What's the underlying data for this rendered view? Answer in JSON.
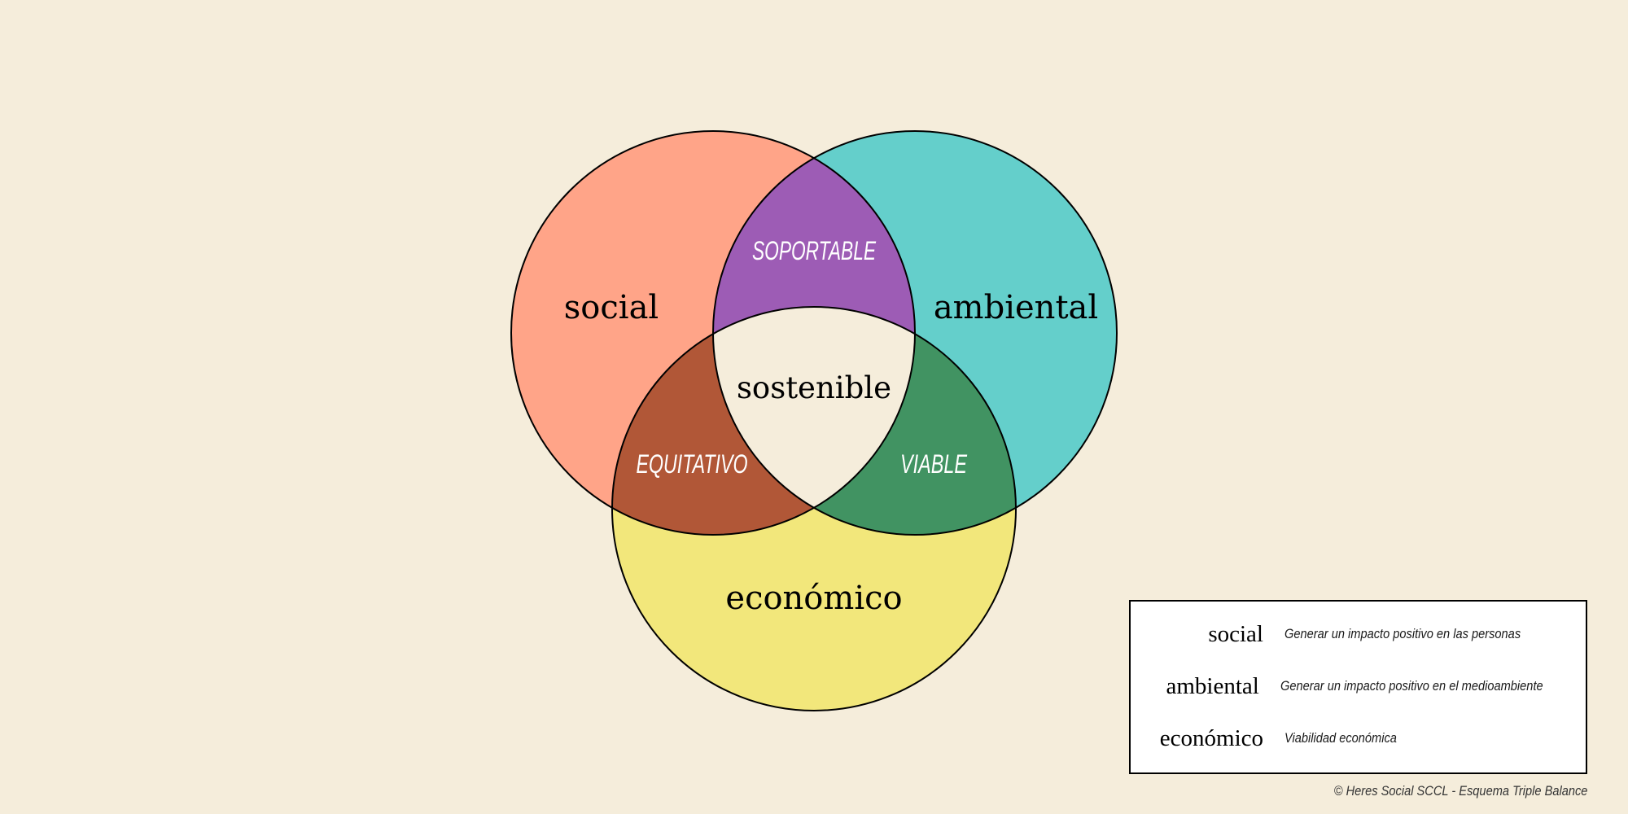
{
  "diagram": {
    "sets": [
      {
        "id": "social",
        "label": "social",
        "color": "#ffa488"
      },
      {
        "id": "ambiental",
        "label": "ambiental",
        "color": "#64cfcb"
      },
      {
        "id": "economico",
        "label": "económico",
        "color": "#f2e77b"
      }
    ],
    "intersections": [
      {
        "id": "social-ambiental",
        "label": "SOPORTABLE",
        "color": "#9d5cb5"
      },
      {
        "id": "social-economico",
        "label": "EQUITATIVO",
        "color": "#b15737"
      },
      {
        "id": "ambiental-economico",
        "label": "VIABLE",
        "color": "#419362"
      }
    ],
    "center": {
      "label": "sostenible",
      "color": "#f5eddb"
    }
  },
  "legend": {
    "items": [
      {
        "term": "social",
        "description": "Generar un impacto positivo en las personas"
      },
      {
        "term": "ambiental",
        "description": "Generar un impacto positivo en el medioambiente"
      },
      {
        "term": "económico",
        "description": "Viabilidad económica"
      }
    ]
  },
  "footer": {
    "credit": "© Heres Social SCCL - Esquema Triple Balance"
  }
}
